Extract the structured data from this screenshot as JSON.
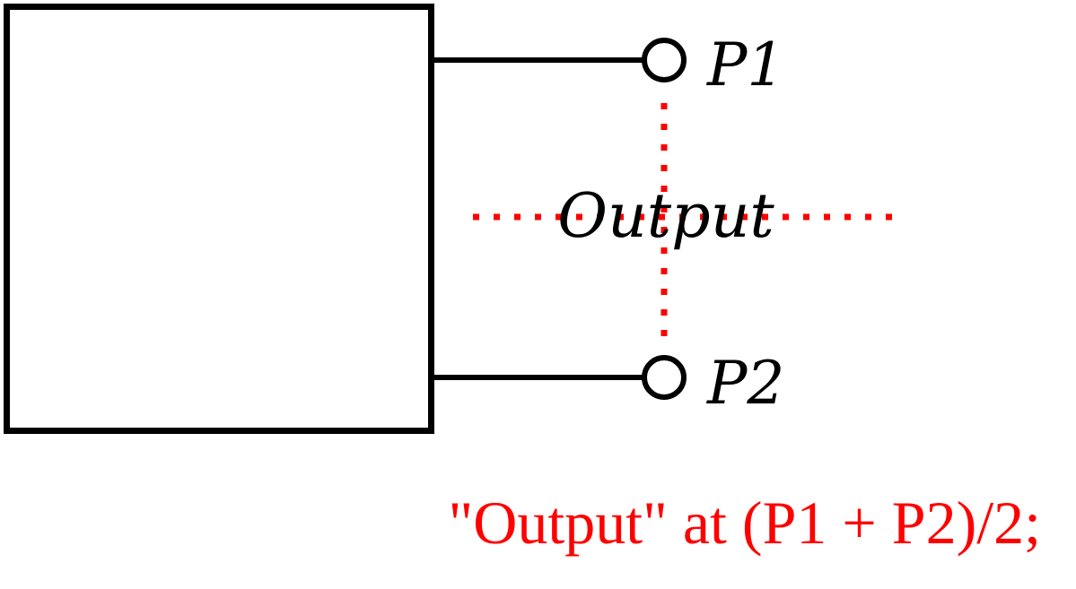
{
  "diagram": {
    "block": {
      "label": ""
    },
    "pins": [
      {
        "id": "P1",
        "label": "P1"
      },
      {
        "id": "P2",
        "label": "P2"
      }
    ],
    "output_label": "Output",
    "caption": "\"Output\" at (P1 + P2)/2;",
    "colors": {
      "stroke": "#000000",
      "guide": "#ff0000",
      "caption": "#ff0000",
      "background": "#ffffff"
    }
  }
}
